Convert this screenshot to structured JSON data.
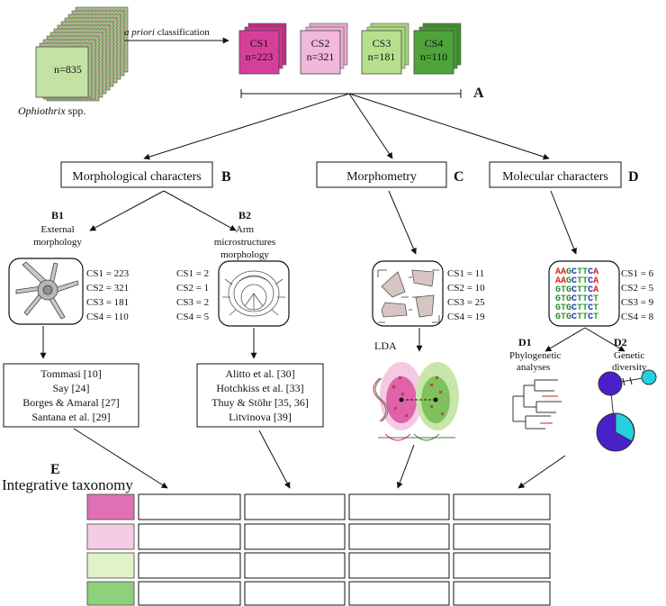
{
  "top": {
    "n_total": "n=835",
    "species_italic": "Ophiothrix",
    "species_suffix": " spp.",
    "classification_italic": "a priori",
    "classification_suffix": " classification",
    "panel_label": "A",
    "cards": [
      {
        "cs": "CS1",
        "n": "n=223",
        "color": "#d63f99"
      },
      {
        "cs": "CS2",
        "n": "n=321",
        "color": "#f0b8dc"
      },
      {
        "cs": "CS3",
        "n": "n=181",
        "color": "#b7e08e"
      },
      {
        "cs": "CS4",
        "n": "n=110",
        "color": "#4ea43a"
      }
    ]
  },
  "categories": {
    "morph": {
      "label": "Morphological characters",
      "panel": "B"
    },
    "morphometry": {
      "label": "Morphometry",
      "panel": "C"
    },
    "molecular": {
      "label": "Molecular characters",
      "panel": "D"
    }
  },
  "b1": {
    "panel": "B1",
    "title_lines": [
      "External",
      "morphology"
    ],
    "counts": [
      "CS1 = 223",
      "CS2 = 321",
      "CS3 = 181",
      "CS4 = 110"
    ],
    "refs": [
      "Tommasi [10]",
      "Say [24]",
      "Borges & Amaral [27]",
      "Santana et al. [29]"
    ]
  },
  "b2": {
    "panel": "B2",
    "title_lines": [
      "Arm",
      "microstructures",
      "morphology"
    ],
    "counts": [
      "CS1 = 2",
      "CS2 = 1",
      "CS3 = 2",
      "CS4 = 5"
    ],
    "refs": [
      "Alitto et al. [30]",
      "Hotchkiss et al. [33]",
      "Thuy & Stöhr [35, 36]",
      "Litvinova [39]"
    ]
  },
  "c": {
    "counts": [
      "CS1 = 11",
      "CS2 = 10",
      "CS3 = 25",
      "CS4 = 19"
    ],
    "lda_label": "LDA"
  },
  "d": {
    "counts": [
      "CS1 = 6",
      "CS2 = 5",
      "CS3 = 9",
      "CS4 = 8"
    ],
    "sequences": [
      "AAGCTTCA",
      "AAGCTTCA",
      "GTGCTTCA",
      "GTGCTTCT",
      "GTGCTTCT",
      "GTGCTTCT"
    ],
    "d1_panel": "D1",
    "d1_lines": [
      "Phylogenetic",
      "analyses"
    ],
    "d2_panel": "D2",
    "d2_lines": [
      "Genetic",
      "diversity"
    ],
    "base_colors": {
      "A": "#e0201a",
      "G": "#2b8a2b",
      "C": "#2233cc",
      "T": "#2aa02a"
    }
  },
  "integrative": {
    "panel": "E",
    "label": "Integrative taxonomy",
    "row_colors": [
      "#e070b5",
      "#f5cce6",
      "#dff2c8",
      "#8fd07a"
    ]
  }
}
